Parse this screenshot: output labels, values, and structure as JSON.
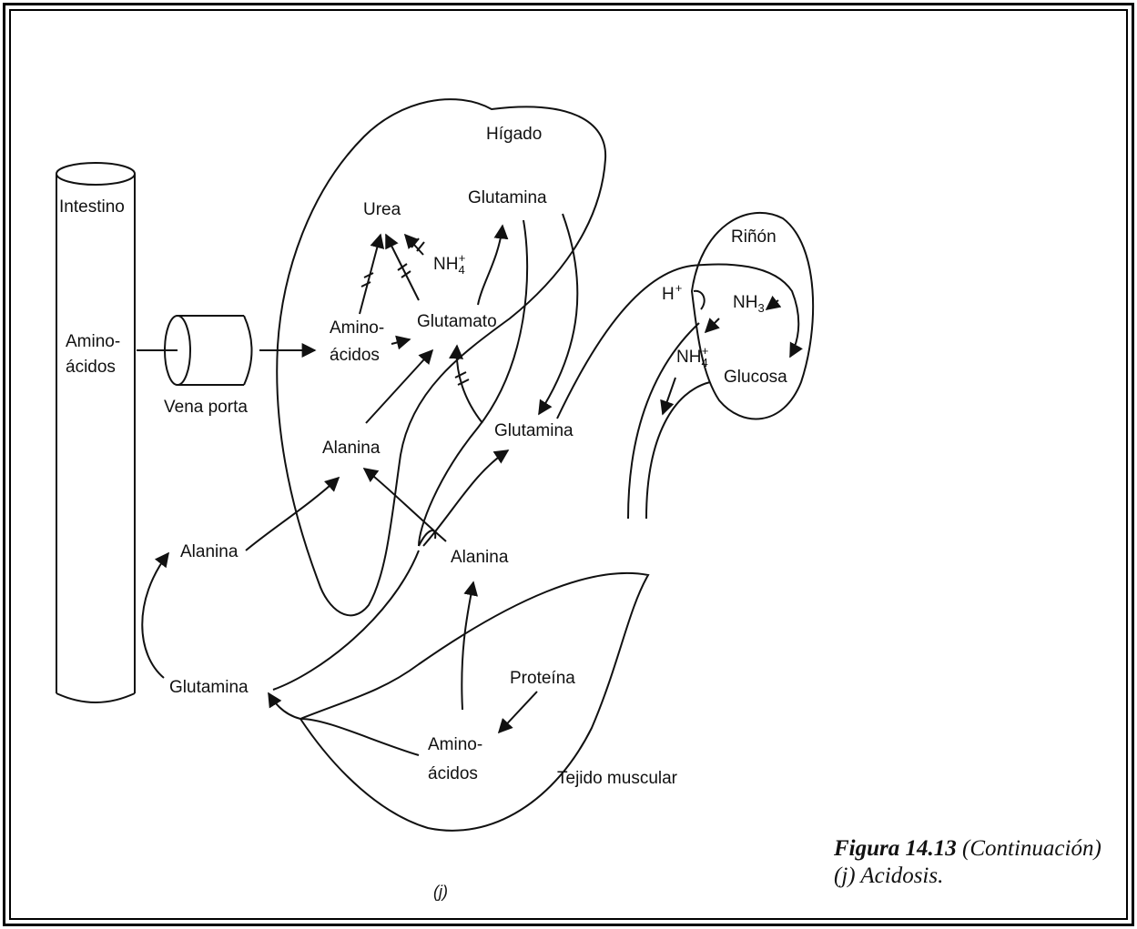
{
  "labels": {
    "intestino": "Intestino",
    "amino_left_1": "Amino-",
    "amino_left_2": "ácidos",
    "vena_porta": "Vena porta",
    "higado": "Hígado",
    "urea": "Urea",
    "glutamina_top": "Glutamina",
    "nh4_base": "NH",
    "nh4_sub": "4",
    "nh4_sup": "+",
    "amino_liver_1": "Amino-",
    "amino_liver_2": "ácidos",
    "glutamato": "Glutamato",
    "alanina_liver": "Alanina",
    "glutamina_mid": "Glutamina",
    "alanina_left": "Alanina",
    "alanina_right": "Alanina",
    "glutamina_bottom": "Glutamina",
    "proteina": "Proteína",
    "amino_muscle_1": "Amino-",
    "amino_muscle_2": "ácidos",
    "tejido_muscular": "Tejido muscular",
    "rinon": "Riñón",
    "h_base": "H",
    "h_sup": "+",
    "nh3_base": "NH",
    "nh3_sub": "3",
    "nh4_kidney_base": "NH",
    "nh4_kidney_sub": "4",
    "nh4_kidney_sup": "+",
    "glucosa": "Glucosa",
    "panel_letter": "(j)"
  },
  "caption": {
    "figure": "Figura 14.13",
    "continuation": " (Continuación)",
    "line2": "(j) Acidosis."
  }
}
